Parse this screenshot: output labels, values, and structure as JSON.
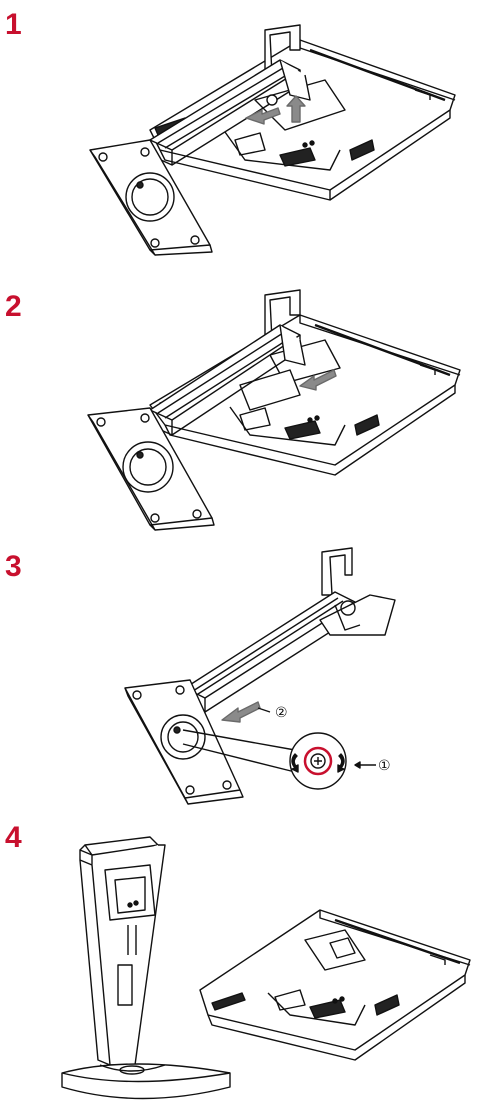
{
  "steps": [
    {
      "number": "1"
    },
    {
      "number": "2"
    },
    {
      "number": "3",
      "callouts": {
        "rotate_marker": "①",
        "slide_marker": "②"
      }
    },
    {
      "number": "4"
    }
  ],
  "colors": {
    "step_number": "#c8102e",
    "line": "#111111",
    "arrow_fill": "#8a8a8a",
    "highlight_ring": "#c8102e",
    "background": "#ffffff"
  },
  "icons": {
    "step1": [
      "monitor-back-icon",
      "stand-icon",
      "release-arrow-icon"
    ],
    "step2": [
      "monitor-back-icon",
      "stand-icon",
      "slide-arrow-icon"
    ],
    "step3": [
      "stand-icon",
      "base-plate-icon",
      "screw-icon",
      "rotate-arrow-icon",
      "slide-arrow-icon"
    ],
    "step4": [
      "stand-assembled-icon",
      "monitor-back-icon"
    ]
  }
}
